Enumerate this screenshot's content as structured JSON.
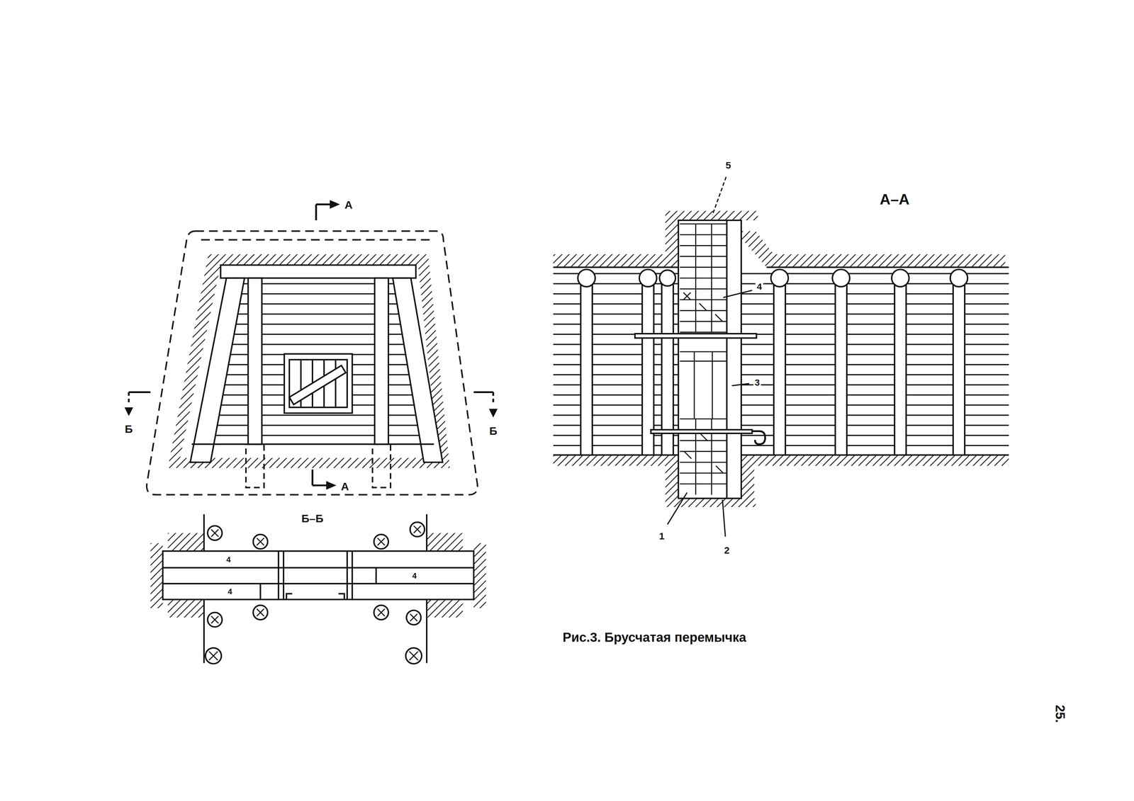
{
  "diagram": {
    "caption": "Рис.3. Брусчатая перемычка",
    "labels": [
      "5",
      "А–А",
      "4",
      "3",
      "1",
      "2",
      "А",
      "А",
      "Б",
      "Б",
      "Б–Б",
      "4",
      "4",
      "4",
      "25."
    ]
  }
}
